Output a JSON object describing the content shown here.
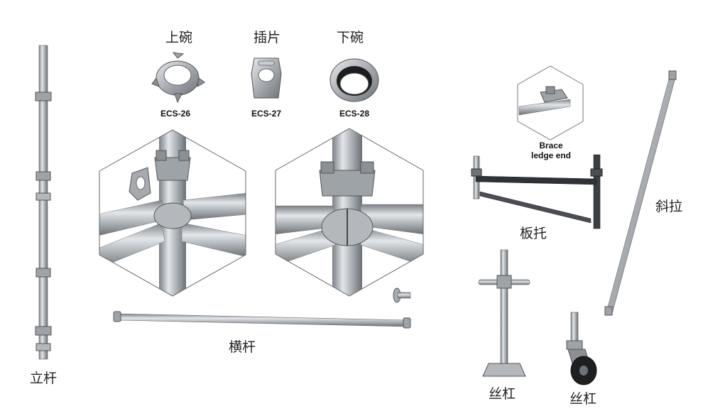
{
  "labels": {
    "upper_cup": "上碗",
    "blade": "插片",
    "lower_cup": "下碗",
    "code_26": "ECS-26",
    "code_27": "ECS-27",
    "code_28": "ECS-28",
    "brace_line1": "Brace",
    "brace_line2": "ledge end",
    "bracket": "板托",
    "diagonal": "斜拉",
    "ledger": "横杆",
    "standard": "立杆",
    "screw_jack_base": "丝杠",
    "screw_jack_wheel": "丝杠"
  },
  "colors": {
    "steel_light": "#d9dcdf",
    "steel_mid": "#a9adb2",
    "steel_dark": "#6e7378",
    "outline": "#555555",
    "black": "#1a1a1a"
  },
  "icons": {
    "upper_cup": "upper-cup-icon",
    "blade": "ledger-blade-icon",
    "lower_cup": "lower-cup-icon",
    "wheel": "caster-wheel-icon"
  }
}
